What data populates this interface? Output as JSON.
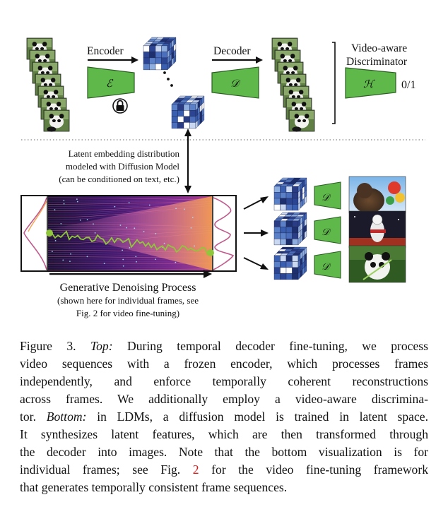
{
  "figure": {
    "top": {
      "encoder_label": "Encoder",
      "decoder_label": "Decoder",
      "encoder_symbol": "ℰ",
      "decoder_symbol": "𝒟",
      "discriminator_symbol": "ℋ",
      "discriminator_title_line1": "Video-aware",
      "discriminator_title_line2": "Discriminator",
      "output_label": "0/1",
      "lock_icon": "lock-icon"
    },
    "bottom": {
      "latent_note_line1": "Latent embedding distribution",
      "latent_note_line2": "modeled with Diffusion Model",
      "latent_note_line3": "(can be conditioned on text, etc.)",
      "process_label": "Generative Denoising Process",
      "process_note_line1": "(shown here for individual frames, see",
      "process_note_line2": "Fig. 2 for video fine-tuning)",
      "decoder_symbol": "𝒟",
      "output_images": [
        "bear-with-balloons-image",
        "astronaut-guitar-image",
        "panda-eating-image"
      ]
    }
  },
  "caption": {
    "line1_a": "Figure 3. ",
    "line1_b": "Top:",
    "line1_c": " During temporal decoder fine-tuning, we process",
    "line2": "video sequences with a frozen encoder, which processes frames",
    "line3": "independently, and enforce temporally coherent reconstructions",
    "line4": "across frames. We additionally employ a video-aware discrimina-",
    "line5_a": "tor. ",
    "line5_b": "Bottom:",
    "line5_c": " in LDMs, a diffusion model is trained in latent space.",
    "line6": "It synthesizes latent features, which are then transformed through",
    "line7": "the decoder into images. Note that the bottom visualization is for",
    "line8_a": "individual frames; see Fig. ",
    "line8_ref": "2",
    "line8_c": " for the video fine-tuning framework",
    "line9": "that generates temporally consistent frame sequences."
  },
  "colors": {
    "module_green": "#5fb84a",
    "latent_blue": "#3a5fb0",
    "latent_dark": "#1e2f6e",
    "diffusion_purple": "#4a1d7a",
    "diffusion_pink": "#c8509a",
    "diffusion_orange": "#f29a4a",
    "path_green": "#8fc63c",
    "ref_red": "#d11a1a"
  }
}
